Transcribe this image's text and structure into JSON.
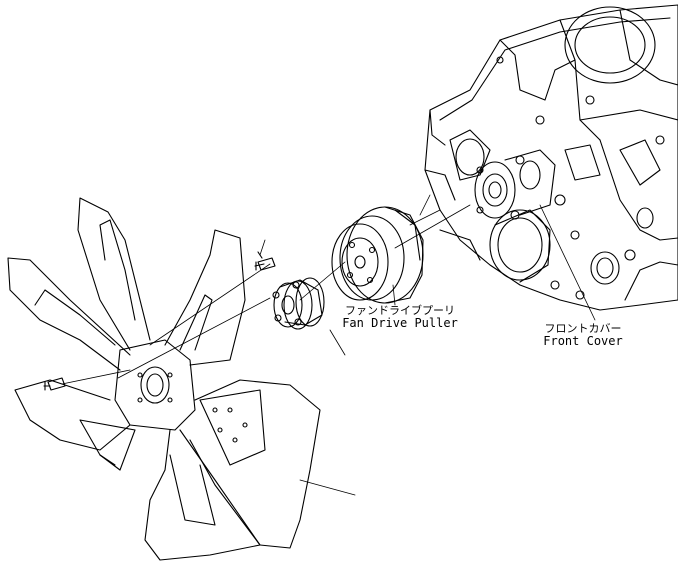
{
  "labels": {
    "fan_drive_pulley": {
      "jp": "ファンドライブプーリ",
      "en": "Fan Drive Puller"
    },
    "front_cover": {
      "jp": "フロントカバー",
      "en": "Front Cover"
    }
  },
  "colors": {
    "line": "#000000",
    "background": "#ffffff"
  }
}
